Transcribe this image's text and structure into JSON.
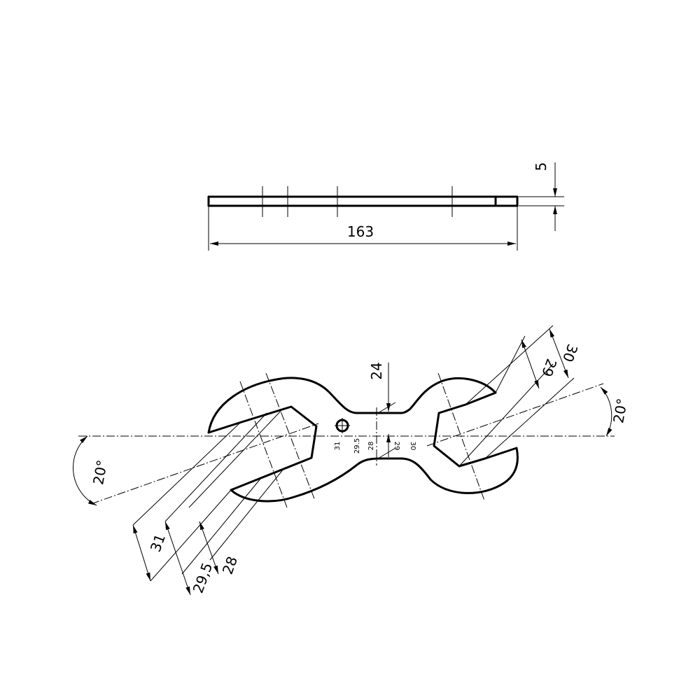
{
  "side_view": {
    "length_label": "163",
    "thickness_label": "5"
  },
  "front_view": {
    "neck_width_label": "24",
    "left_angle_label": "20°",
    "right_angle_label": "20°",
    "left_jaw_labels": {
      "a": "31",
      "b": "29,5",
      "c": "28"
    },
    "right_jaw_labels": {
      "a": "29",
      "b": "30"
    },
    "engraved_sizes": [
      "31",
      "29.5",
      "28",
      "29",
      "30"
    ]
  }
}
